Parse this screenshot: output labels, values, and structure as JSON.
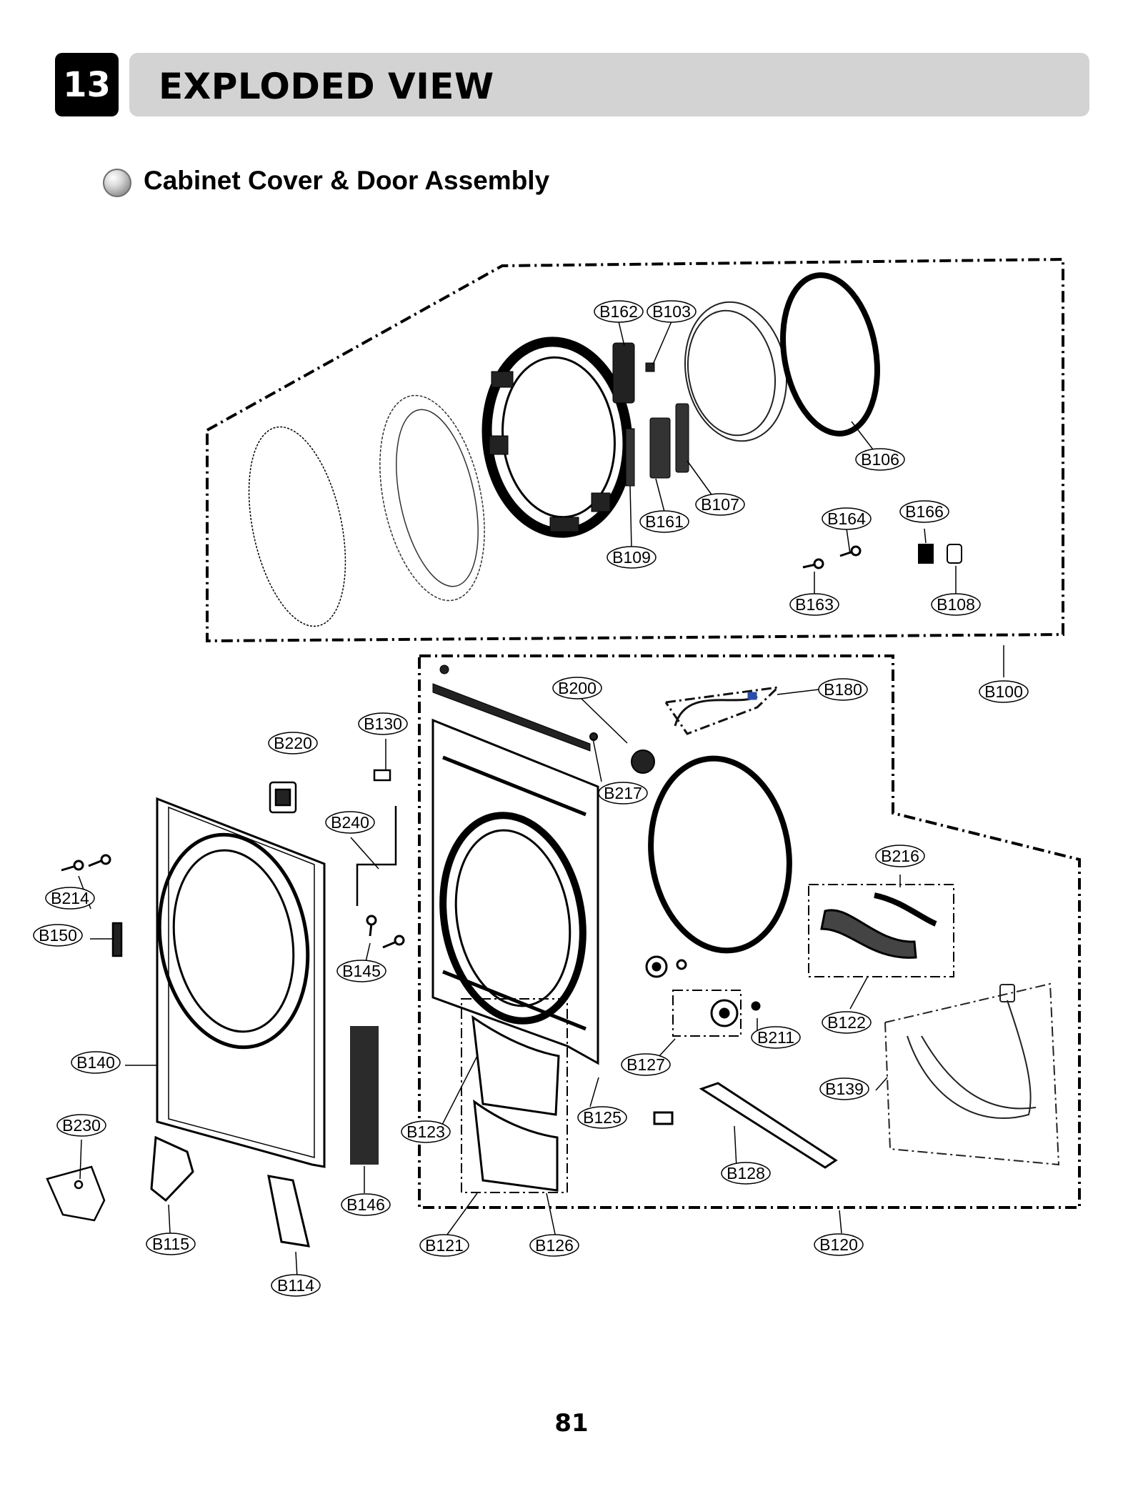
{
  "header": {
    "section_number": "13",
    "title": "EXPLODED VIEW"
  },
  "subsection": {
    "title": "Cabinet Cover & Door Assembly"
  },
  "part_labels": [
    "B162",
    "B103",
    "B106",
    "B107",
    "B161",
    "B109",
    "B164",
    "B166",
    "B163",
    "B108",
    "B100",
    "B200",
    "B180",
    "B130",
    "B220",
    "B217",
    "B240",
    "B216",
    "B214",
    "B150",
    "B145",
    "B122",
    "B211",
    "B140",
    "B127",
    "B139",
    "B230",
    "B123",
    "B125",
    "B128",
    "B146",
    "B115",
    "B121",
    "B126",
    "B120",
    "B114"
  ],
  "page_number": "81"
}
